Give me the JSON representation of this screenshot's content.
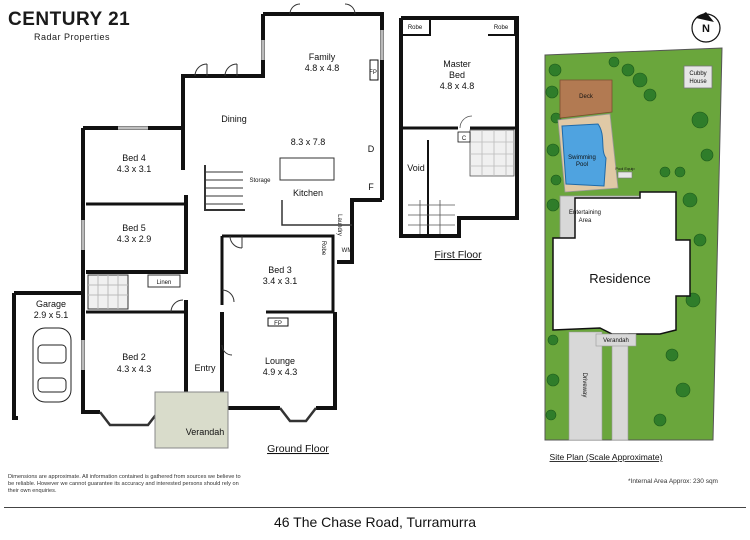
{
  "brand": {
    "name": "CENTURY 21",
    "office": "Radar Properties"
  },
  "rooms": {
    "family_name": "Family",
    "family_size": "4.8 x 4.8",
    "fp_family": "FP",
    "dining": "Dining",
    "open_plan_size": "8.3 x 7.8",
    "kitchen": "Kitchen",
    "storage": "Storage",
    "d": "D",
    "f": "F",
    "laundry": "Laundry",
    "robe_small": "Robe",
    "wm": "WM",
    "bed4_name": "Bed 4",
    "bed4_size": "4.3 x 3.1",
    "bed5_name": "Bed 5",
    "bed5_size": "4.3 x 2.9",
    "linen": "Linen",
    "bed3_name": "Bed 3",
    "bed3_size": "3.4 x 3.1",
    "garage_name": "Garage",
    "garage_size": "2.9 x 5.1",
    "bed2_name": "Bed 2",
    "bed2_size": "4.3 x 4.3",
    "entry": "Entry",
    "lounge_name": "Lounge",
    "lounge_size": "4.9 x 4.3",
    "fp_lounge": "FP",
    "verandah": "Verandah",
    "master_name_1": "Master",
    "master_name_2": "Bed",
    "master_size": "4.8 x 4.8",
    "robe_left": "Robe",
    "robe_right": "Robe",
    "void": "Void",
    "c": "C"
  },
  "floors": {
    "ground": "Ground Floor",
    "first": "First Floor"
  },
  "site_plan": {
    "title": "Site Plan (Scale Approximate)",
    "deck": "Deck",
    "cubby_1": "Cubby",
    "cubby_2": "House",
    "pool_1": "Swimming",
    "pool_2": "Pool",
    "pool_equip": "Pool Equip",
    "entertaining_1": "Entertaining",
    "entertaining_2": "Area",
    "residence": "Residence",
    "verandah": "Verandah",
    "driveway": "Driveway",
    "north": "N"
  },
  "disclaimer": "Dimensions are approximate. All information contained is gathered from sources we believe to be reliable. However we cannot guarantee its accuracy and interested persons should rely on their own enquiries.",
  "area_note": "*Internal Area Approx: 230 sqm",
  "address": "46 The Chase Road, Turramurra",
  "colors": {
    "wall": "#111111",
    "lawn": "#6aa63c",
    "pool": "#4fa3e0",
    "deck": "#b27a52",
    "paving": "#d8d8d8",
    "verandah": "#d9dccb"
  }
}
